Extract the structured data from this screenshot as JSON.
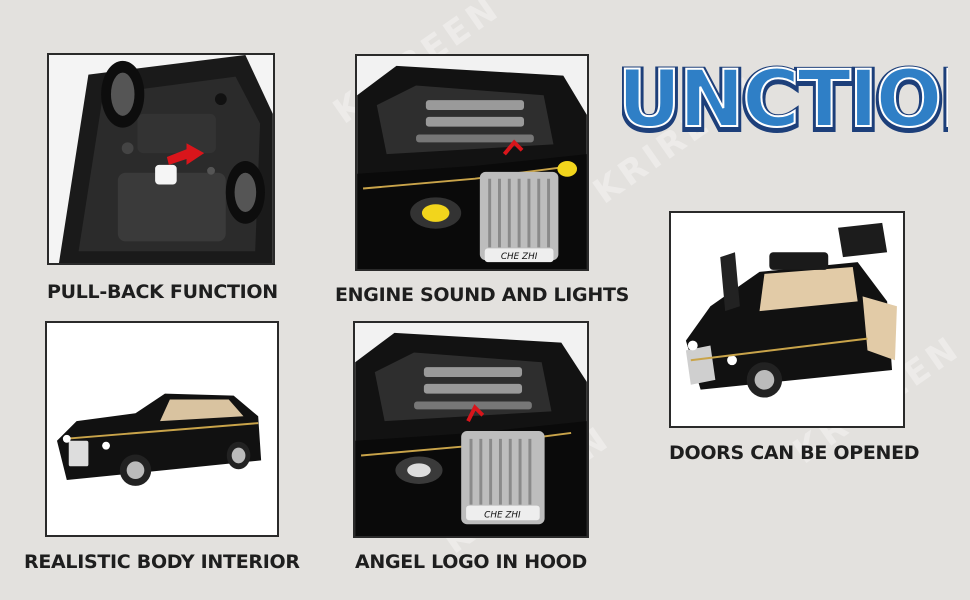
{
  "headline": "FUNCTION",
  "watermark": "KRIREEN",
  "colors": {
    "headline_fill": "#2f7fc6",
    "headline_stroke": "#1d3f7a",
    "background": "#e3e1de",
    "car_body": "#111111",
    "grille": "#d9d9d9",
    "arrow": "#d9151b"
  },
  "panels": [
    {
      "caption": "PULL-BACK FUNCTION",
      "badge": ""
    },
    {
      "caption": "ENGINE SOUND AND LIGHTS",
      "badge": "CHE ZHI"
    },
    {
      "caption": "DOORS CAN BE OPENED",
      "badge": ""
    },
    {
      "caption": "REALISTIC BODY INTERIOR",
      "badge": ""
    },
    {
      "caption": "ANGEL LOGO IN HOOD",
      "badge": "CHE ZHI"
    }
  ]
}
